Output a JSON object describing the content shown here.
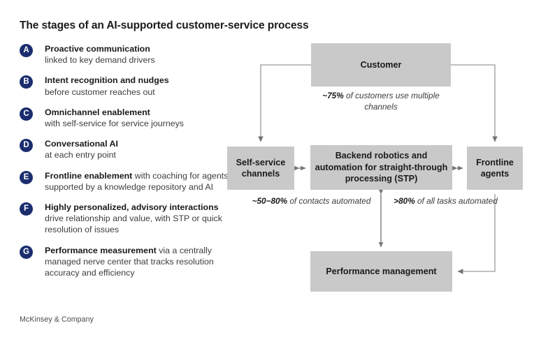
{
  "page_title": "The stages of an AI-supported customer-service process",
  "footer_brand": "McKinsey & Company",
  "colors": {
    "badge": "#1a2d6e",
    "box_fill": "#c9c9c9",
    "connector": "#808080",
    "text": "#1a1a1a"
  },
  "stages": [
    {
      "letter": "A",
      "bold_lead": "Proactive communication",
      "rest": "",
      "detail": "linked to key demand drivers"
    },
    {
      "letter": "B",
      "bold_lead": "Intent recognition and nudges",
      "rest": "",
      "detail": "before customer reaches out"
    },
    {
      "letter": "C",
      "bold_lead": "Omnichannel enablement",
      "rest": "",
      "detail": "with self-service for service journeys"
    },
    {
      "letter": "D",
      "bold_lead": "Conversational AI",
      "rest": "",
      "detail": "at each entry point"
    },
    {
      "letter": "E",
      "bold_lead": "Frontline enablement",
      "rest": " with coaching",
      "detail": "for agents supported by a knowledge repository and AI"
    },
    {
      "letter": "F",
      "bold_lead": "Highly personalized, advisory interactions",
      "rest": "",
      "detail": "drive relationship and value, with STP or quick resolution of issues"
    },
    {
      "letter": "G",
      "bold_lead": "Performance measurement",
      "rest": " via a centrally",
      "detail": "managed nerve center that tracks resolution accuracy and efficiency"
    }
  ],
  "diagram": {
    "nodes": {
      "customer": "Customer",
      "self_service": "Self-service channels",
      "backend": "Backend robotics and automation for straight-through processing (STP)",
      "frontline": "Frontline agents",
      "performance": "Performance management"
    },
    "annotations": {
      "customer_stat_bold": "~75%",
      "customer_stat_rest": " of customers use multiple channels",
      "left_stat_bold": "~50−80%",
      "left_stat_rest": " of contacts automated",
      "right_stat_bold": ">80%",
      "right_stat_rest": " of all tasks automated"
    }
  }
}
